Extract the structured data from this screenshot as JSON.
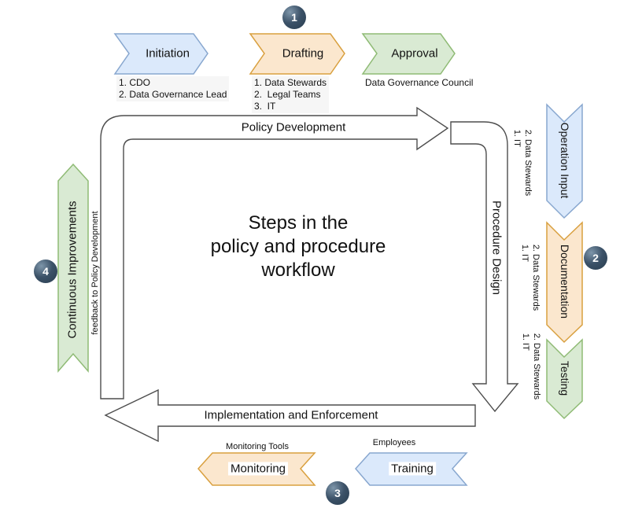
{
  "title": "Steps in the\npolicy and procedure\nworkflow",
  "loop": {
    "top_label": "Policy Development",
    "right_label": "Procedure Design",
    "bottom_label": "Implementation and Enforcement"
  },
  "top_steps": [
    {
      "label": "Initiation",
      "sublist": [
        "1. CDO",
        "2. Data Governance Lead"
      ]
    },
    {
      "label": "Drafting",
      "sublist": [
        "1. Data Stewards",
        "2.  Legal Teams",
        "3.  IT"
      ]
    },
    {
      "label": "Approval",
      "note": "Data Governance Council"
    }
  ],
  "right_steps": [
    {
      "label": "Operation Input",
      "sublist": [
        "1. IT",
        "2. Data Stewards"
      ]
    },
    {
      "label": "Documentation",
      "sublist": [
        "1. IT",
        "2. Data Stewards"
      ]
    },
    {
      "label": "Testing",
      "sublist": [
        "1. IT",
        "2. Data Stewards"
      ]
    }
  ],
  "left_step": {
    "label": "Continuous Improvements",
    "note": "feedback to Policy Development"
  },
  "bottom_steps": [
    {
      "label": "Monitoring",
      "note": "Monitoring Tools"
    },
    {
      "label": "Training",
      "note": "Employees"
    }
  ],
  "badges": {
    "one": "1",
    "two": "2",
    "three": "3",
    "four": "4"
  },
  "colors": {
    "blue_fill": "#dbe9fb",
    "blue_stroke": "#88a7cf",
    "orange_fill": "#fbe7ce",
    "orange_stroke": "#d9a03f",
    "green_fill": "#d9ead3",
    "green_stroke": "#8fbb75",
    "arrow_stroke": "#4d4d4d",
    "badge_light": "#7e96aa",
    "badge_mid": "#3c5268",
    "badge_dark": "#2d4255",
    "badge_text": "#ffffff"
  }
}
